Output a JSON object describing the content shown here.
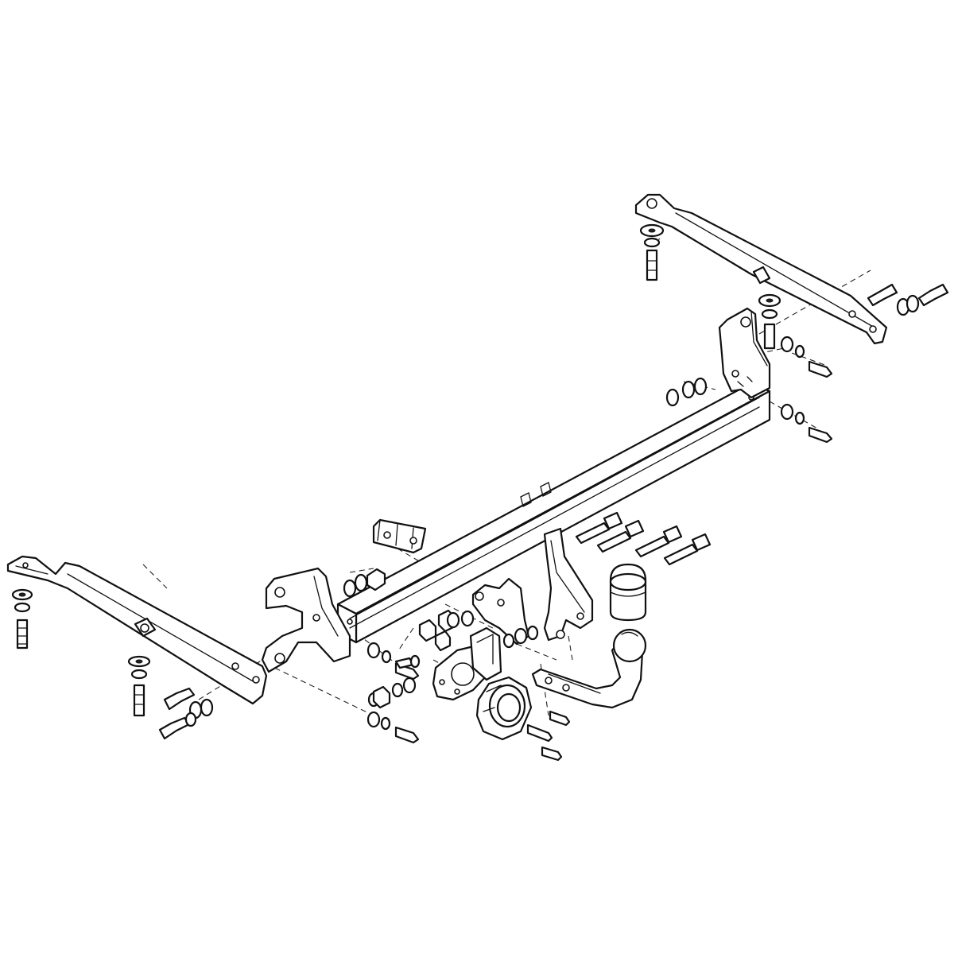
{
  "diagram": {
    "kind": "exploded-assembly-line-drawing",
    "colors": {
      "line": "#111111",
      "background": "#ffffff"
    },
    "parts": [
      "left-side-arm",
      "right-side-arm",
      "main-crossbar",
      "left-end-bracket",
      "right-end-bracket",
      "center-hanger-bracket",
      "spacer-plate",
      "socket-mounting-plate",
      "electrical-socket",
      "tow-ball-neck",
      "ball-cover-cap",
      "bolts",
      "nuts",
      "washers"
    ]
  }
}
